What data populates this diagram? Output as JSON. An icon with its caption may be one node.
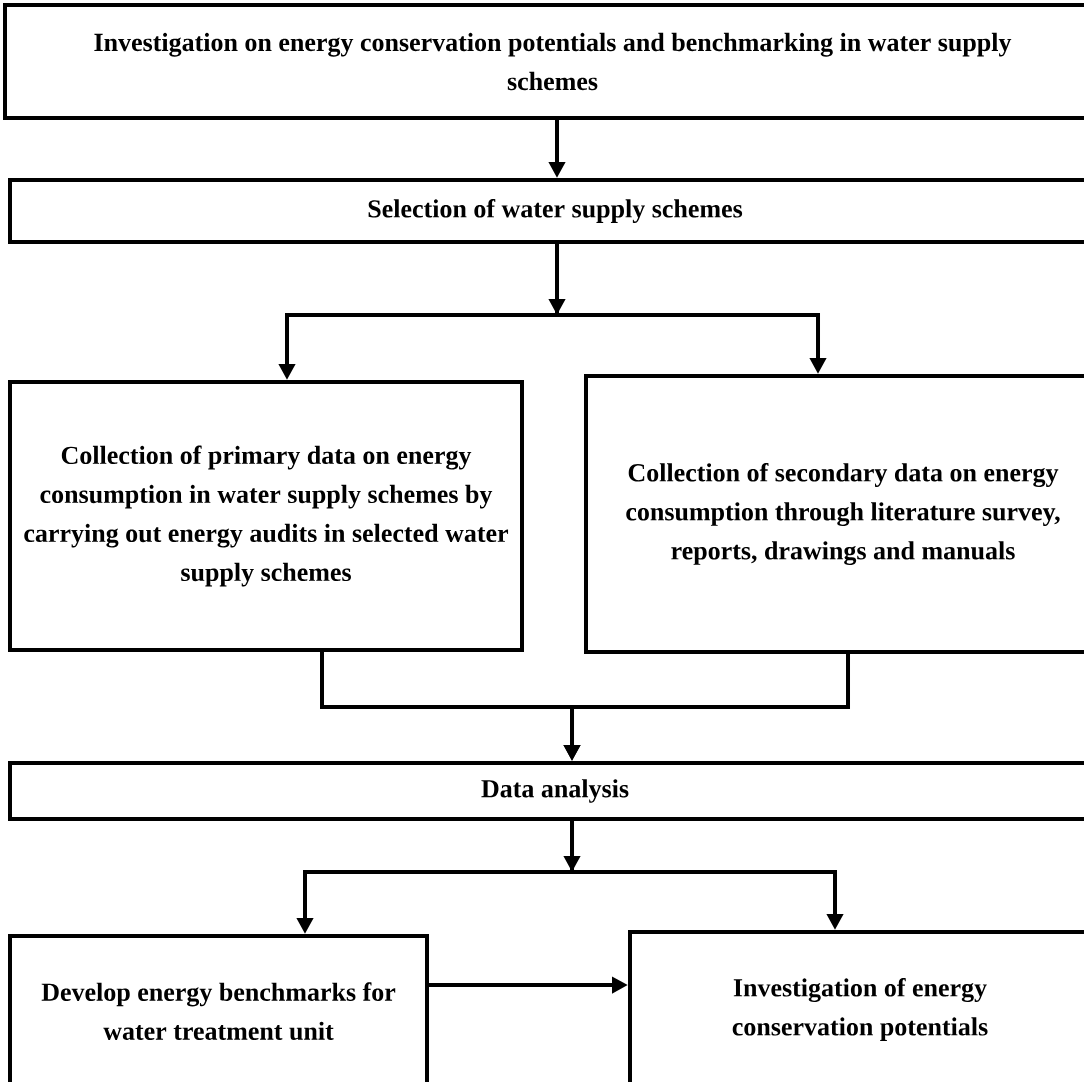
{
  "diagram": {
    "nodes": [
      {
        "text": [
          "Investigation on energy conservation potentials and benchmarking in water supply schemes"
        ]
      },
      {
        "text": [
          "Selection of water supply schemes"
        ]
      },
      {
        "text": [
          "Collection of primary data on energy consumption in water supply schemes by carrying out energy audits in selected water supply schemes"
        ]
      },
      {
        "text": [
          "Collection of secondary data on energy consumption through literature survey, reports, drawings and manuals"
        ]
      },
      {
        "text": [
          "Data analysis"
        ]
      },
      {
        "text": [
          "Develop energy benchmarks for water treatment unit"
        ]
      },
      {
        "text": [
          "Investigation of energy conservation potentials"
        ]
      }
    ],
    "edges": [
      {
        "from": 0,
        "to": 1,
        "arrow": "to"
      },
      {
        "from": 1,
        "to": 2,
        "arrow": "to"
      },
      {
        "from": 1,
        "to": 3,
        "arrow": "to"
      },
      {
        "from": 2,
        "to": 4,
        "arrow": "to"
      },
      {
        "from": 3,
        "to": 4,
        "arrow": "to"
      },
      {
        "from": 4,
        "to": 5,
        "arrow": "to"
      },
      {
        "from": 4,
        "to": 6,
        "arrow": "to"
      },
      {
        "from": 5,
        "to": 6,
        "arrow": "to"
      }
    ]
  }
}
